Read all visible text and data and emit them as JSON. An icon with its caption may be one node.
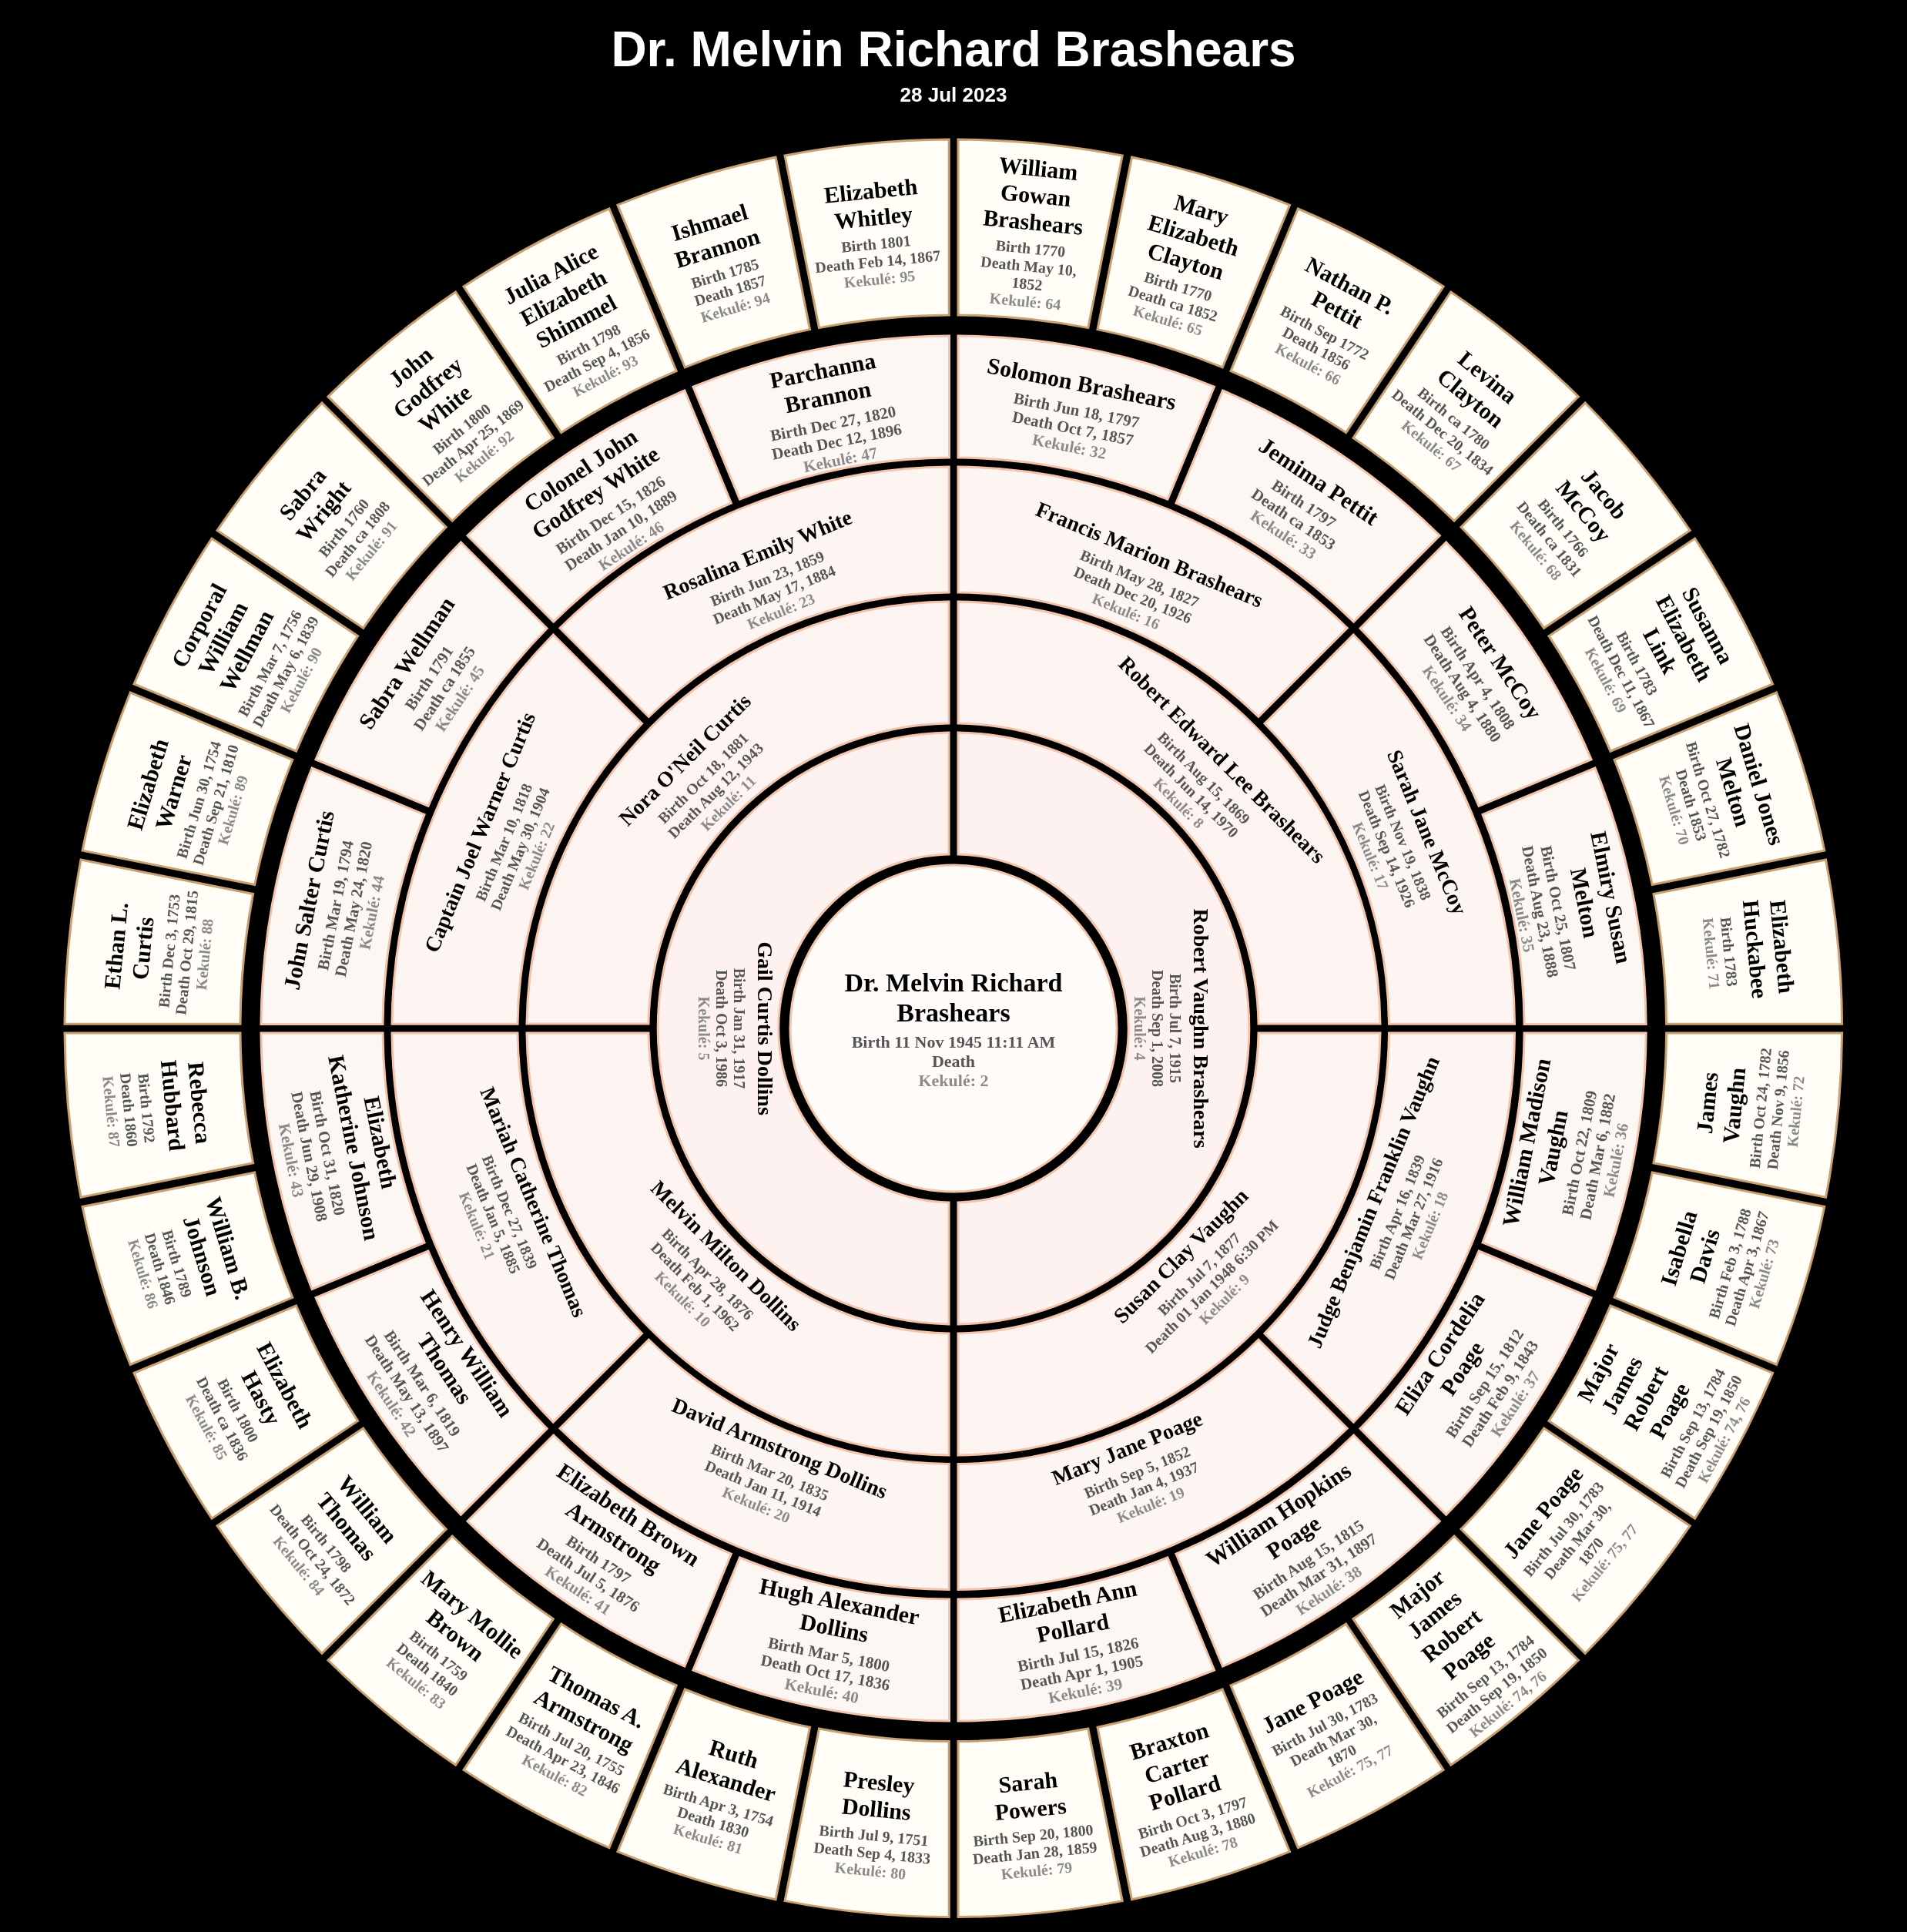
{
  "diagram": {
    "title": "Dr. Melvin Richard Brashears",
    "labels": [
      "28 Jul 2023"
    ],
    "nodes": [
      {
        "text": [
          "Dr. Melvin Richard Brashears",
          "Birth 11 Nov 1945 11:11 AM",
          "Death",
          "Kekulé: 2"
        ]
      },
      {
        "text": [
          "Robert Vaughn Brashears",
          "Birth Jul 7, 1915",
          "Death Sep 1, 2008",
          "Kekulé: 4"
        ]
      },
      {
        "text": [
          "Gail Curtis Dollins",
          "Birth Jan 31, 1917",
          "Death Oct 3, 1986",
          "Kekulé: 5"
        ]
      },
      {
        "text": [
          "Robert Edward Lee Brashears",
          "Birth Aug 15, 1869",
          "Death Jun 14, 1970",
          "Kekulé: 8"
        ]
      },
      {
        "text": [
          "Susan Clay Vaughn",
          "Birth Jul 7, 1877",
          "Death 01 Jan 1948 6:30 PM",
          "Kekulé: 9"
        ]
      },
      {
        "text": [
          "Melvin Milton Dollins",
          "Birth Apr 28, 1876",
          "Death Feb 1, 1962",
          "Kekulé: 10"
        ]
      },
      {
        "text": [
          "Nora O'Neil Curtis",
          "Birth Oct 18, 1881",
          "Death Aug 12, 1943",
          "Kekulé: 11"
        ]
      },
      {
        "text": [
          "Francis Marion Brashears",
          "Birth May 28, 1827",
          "Death Dec 20, 1926",
          "Kekulé: 16"
        ]
      },
      {
        "text": [
          "Sarah Jane McCoy",
          "Birth Nov 19, 1838",
          "Death Sep 14, 1926",
          "Kekulé: 17"
        ]
      },
      {
        "text": [
          "Judge Benjamin Franklin Vaughn",
          "Birth Apr 16, 1839",
          "Death Mar 27, 1916",
          "Kekulé: 18"
        ]
      },
      {
        "text": [
          "Mary Jane Poage",
          "Birth Sep 5, 1852",
          "Death Jan 4, 1937",
          "Kekulé: 19"
        ]
      },
      {
        "text": [
          "David Armstrong Dollins",
          "Birth Mar 20, 1835",
          "Death Jan 11, 1914",
          "Kekulé: 20"
        ]
      },
      {
        "text": [
          "Mariah Catherine Thomas",
          "Birth Dec 27, 1839",
          "Death Jan 5, 1885",
          "Kekulé: 21"
        ]
      },
      {
        "text": [
          "Captain Joel Warner Curtis",
          "Birth Mar 10, 1818",
          "Death May 30, 1904",
          "Kekulé: 22"
        ]
      },
      {
        "text": [
          "Rosalina Emily White",
          "Birth Jun 23, 1859",
          "Death May 17, 1884",
          "Kekulé: 23"
        ]
      },
      {
        "text": [
          "Solomon Brashears",
          "Birth Jun 18, 1797",
          "Death Oct 7, 1857",
          "Kekulé: 32"
        ]
      },
      {
        "text": [
          "Jemima Pettit",
          "Birth 1797",
          "Death ca 1853",
          "Kekulé: 33"
        ]
      },
      {
        "text": [
          "Peter McCoy",
          "Birth Apr 4, 1808",
          "Death Aug 4, 1880",
          "Kekulé: 34"
        ]
      },
      {
        "text": [
          "Elmiry Susan Melton",
          "Birth Oct 25, 1807",
          "Death Aug 23, 1888",
          "Kekulé: 35"
        ]
      },
      {
        "text": [
          "William Madison Vaughn",
          "Birth Oct 22, 1809",
          "Death Mar 6, 1882",
          "Kekulé: 36"
        ]
      },
      {
        "text": [
          "Eliza Cordelia Poage",
          "Birth Sep 15, 1812",
          "Death Feb 9, 1843",
          "Kekulé: 37"
        ]
      },
      {
        "text": [
          "William Hopkins Poage",
          "Birth Aug 15, 1815",
          "Death Mar 31, 1897",
          "Kekulé: 38"
        ]
      },
      {
        "text": [
          "Elizabeth Ann Pollard",
          "Birth Jul 15, 1826",
          "Death Apr 1, 1905",
          "Kekulé: 39"
        ]
      },
      {
        "text": [
          "Hugh Alexander Dollins",
          "Birth Mar 5, 1800",
          "Death Oct 17, 1836",
          "Kekulé: 40"
        ]
      },
      {
        "text": [
          "Elizabeth Brown Armstrong",
          "Birth 1797",
          "Death Jul 5, 1876",
          "Kekulé: 41"
        ]
      },
      {
        "text": [
          "Henry William Thomas",
          "Birth Mar 6, 1819",
          "Death May 13, 1897",
          "Kekulé: 42"
        ]
      },
      {
        "text": [
          "Elizabeth Katherine Johnson",
          "Birth Oct 31, 1820",
          "Death Jun 29, 1908",
          "Kekulé: 43"
        ]
      },
      {
        "text": [
          "John Salter Curtis",
          "Birth Mar 19, 1794",
          "Death May 24, 1820",
          "Kekulé: 44"
        ]
      },
      {
        "text": [
          "Sabra Wellman",
          "Birth 1791",
          "Death ca 1855",
          "Kekulé: 45"
        ]
      },
      {
        "text": [
          "Colonel John Godfrey White",
          "Birth Dec 15, 1826",
          "Death Jan 10, 1889",
          "Kekulé: 46"
        ]
      },
      {
        "text": [
          "Parchanna Brannon",
          "Birth Dec 27, 1820",
          "Death Dec 12, 1896",
          "Kekulé: 47"
        ]
      },
      {
        "text": [
          "William Gowan Brashears",
          "Birth 1770",
          "Death May 10, 1852",
          "Kekulé: 64"
        ]
      },
      {
        "text": [
          "Mary Elizabeth Clayton",
          "Birth 1770",
          "Death ca 1852",
          "Kekulé: 65"
        ]
      },
      {
        "text": [
          "Nathan P. Pettit",
          "Birth Sep 1772",
          "Death 1856",
          "Kekulé: 66"
        ]
      },
      {
        "text": [
          "Levina Clayton",
          "Birth ca 1780",
          "Death Dec 20, 1834",
          "Kekulé: 67"
        ]
      },
      {
        "text": [
          "Jacob McCoy",
          "Birth 1766",
          "Death ca 1831",
          "Kekulé: 68"
        ]
      },
      {
        "text": [
          "Susanna Elizabeth Link",
          "Birth 1783",
          "Death Dec 11, 1867",
          "Kekulé: 69"
        ]
      },
      {
        "text": [
          "Daniel Jones Melton",
          "Birth Oct 27, 1782",
          "Death 1853",
          "Kekulé: 70"
        ]
      },
      {
        "text": [
          "Elizabeth Huckabee",
          "Birth 1783",
          "Kekulé: 71"
        ]
      },
      {
        "text": [
          "James Vaughn",
          "Birth Oct 24, 1782",
          "Death Nov 9, 1856",
          "Kekulé: 72"
        ]
      },
      {
        "text": [
          "Isabella Davis",
          "Birth Feb 3, 1788",
          "Death Apr 3, 1867",
          "Kekulé: 73"
        ]
      },
      {
        "text": [
          "Major James Robert Poage",
          "Birth Sep 13, 1784",
          "Death Sep 19, 1850",
          "Kekulé: 74, 76"
        ]
      },
      {
        "text": [
          "Jane Poage",
          "Birth Jul 30, 1783",
          "Death Mar 30, 1870",
          "Kekulé: 75, 77"
        ]
      },
      {
        "text": [
          "Major James Robert Poage",
          "Birth Sep 13, 1784",
          "Death Sep 19, 1850",
          "Kekulé: 74, 76"
        ]
      },
      {
        "text": [
          "Jane Poage",
          "Birth Jul 30, 1783",
          "Death Mar 30, 1870",
          "Kekulé: 75, 77"
        ]
      },
      {
        "text": [
          "Braxton Carter Pollard",
          "Birth Oct 3, 1797",
          "Death Aug 3, 1880",
          "Kekulé: 78"
        ]
      },
      {
        "text": [
          "Sarah Powers",
          "Birth Sep 20, 1800",
          "Death Jan 28, 1859",
          "Kekulé: 79"
        ]
      },
      {
        "text": [
          "Presley Dollins",
          "Birth Jul 9, 1751",
          "Death Sep 4, 1833",
          "Kekulé: 80"
        ]
      },
      {
        "text": [
          "Ruth Alexander",
          "Birth Apr 3, 1754",
          "Death 1830",
          "Kekulé: 81"
        ]
      },
      {
        "text": [
          "Thomas A. Armstrong",
          "Birth Jul 20, 1755",
          "Death Apr 23, 1846",
          "Kekulé: 82"
        ]
      },
      {
        "text": [
          "Mary Mollie Brown",
          "Birth 1759",
          "Death 1840",
          "Kekulé: 83"
        ]
      },
      {
        "text": [
          "William Thomas",
          "Birth 1798",
          "Death Oct 24, 1872",
          "Kekulé: 84"
        ]
      },
      {
        "text": [
          "Elizabeth Hasty",
          "Birth 1800",
          "Death ca 1836",
          "Kekulé: 85"
        ]
      },
      {
        "text": [
          "William B. Johnson",
          "Birth 1789",
          "Death 1846",
          "Kekulé: 86"
        ]
      },
      {
        "text": [
          "Rebecca Hubbard",
          "Birth 1792",
          "Death 1860",
          "Kekulé: 87"
        ]
      },
      {
        "text": [
          "Ethan L. Curtis",
          "Birth Dec 3, 1753",
          "Death Oct 29, 1815",
          "Kekulé: 88"
        ]
      },
      {
        "text": [
          "Elizabeth Warner",
          "Birth Jun 30, 1754",
          "Death Sep 21, 1810",
          "Kekulé: 89"
        ]
      },
      {
        "text": [
          "Corporal William Wellman",
          "Birth Mar 7, 1756",
          "Death May 6, 1839",
          "Kekulé: 90"
        ]
      },
      {
        "text": [
          "Sabra Wright",
          "Birth 1760",
          "Death ca 1808",
          "Kekulé: 91"
        ]
      },
      {
        "text": [
          "John Godfrey White",
          "Birth 1800",
          "Death Apr 25, 1869",
          "Kekulé: 92"
        ]
      },
      {
        "text": [
          "Julia Alice Elizabeth Shimmel",
          "Birth 1798",
          "Death Sep 4, 1856",
          "Kekulé: 93"
        ]
      },
      {
        "text": [
          "Ishmael Brannon",
          "Birth 1785",
          "Death 1857",
          "Kekulé: 94"
        ]
      },
      {
        "text": [
          "Elizabeth Whitley",
          "Birth 1801",
          "Death Feb 14, 1867",
          "Kekulé: 95"
        ]
      }
    ]
  }
}
